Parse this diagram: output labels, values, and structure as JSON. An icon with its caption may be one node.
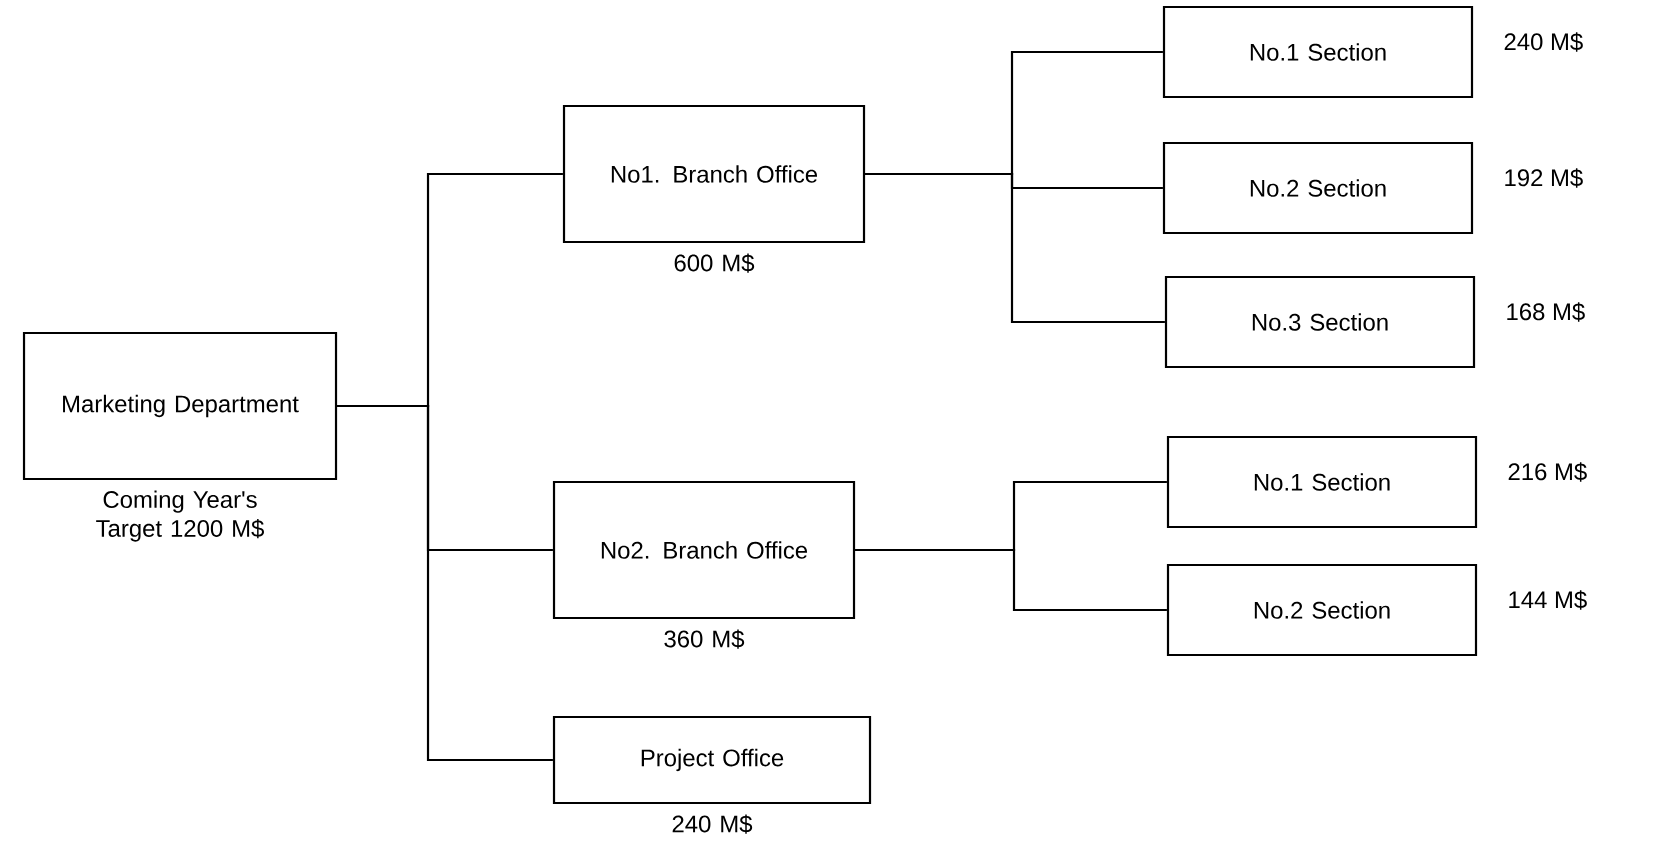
{
  "diagram": {
    "nodes": [
      {
        "text": [
          "Marketing Department"
        ],
        "beside": [
          "Coming Year's Target 1200 M$"
        ]
      },
      {
        "text": [
          "No1. Branch Office"
        ],
        "beside": [
          "600 M$"
        ]
      },
      {
        "text": [
          "No2. Branch Office"
        ],
        "beside": [
          "360 M$"
        ]
      },
      {
        "text": [
          "Project Office"
        ],
        "beside": [
          "240 M$"
        ]
      },
      {
        "text": [
          "No.1 Section"
        ],
        "beside": [
          "240 M$"
        ]
      },
      {
        "text": [
          "No.2 Section"
        ],
        "beside": [
          "192 M$"
        ]
      },
      {
        "text": [
          "No.3 Section"
        ],
        "beside": [
          "168 M$"
        ]
      },
      {
        "text": [
          "No.1 Section"
        ],
        "beside": [
          "216 M$"
        ]
      },
      {
        "text": [
          "No.2 Section"
        ],
        "beside": [
          "144 M$"
        ]
      }
    ],
    "edges": [
      {
        "from": 0,
        "to": 1,
        "arrow": "none"
      },
      {
        "from": 0,
        "to": 2,
        "arrow": "none"
      },
      {
        "from": 0,
        "to": 3,
        "arrow": "none"
      },
      {
        "from": 1,
        "to": 4,
        "arrow": "none"
      },
      {
        "from": 1,
        "to": 5,
        "arrow": "none"
      },
      {
        "from": 1,
        "to": 6,
        "arrow": "none"
      },
      {
        "from": 2,
        "to": 7,
        "arrow": "none"
      },
      {
        "from": 2,
        "to": 8,
        "arrow": "none"
      }
    ]
  }
}
